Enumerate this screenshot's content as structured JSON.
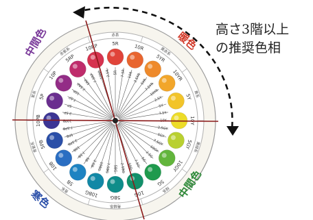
{
  "annotation": {
    "line1": "高さ3階以上",
    "line2": "の推奨色相"
  },
  "group_labels": {
    "warm": "暖色",
    "neutral_left": "中間色",
    "cool": "寒色",
    "neutral_right": "中間色"
  },
  "band_labels": [
    "赤系",
    "黄赤系",
    "黄系",
    "黄緑系",
    "緑系",
    "青緑系",
    "青系",
    "青紫系",
    "紫系",
    "赤紫系"
  ],
  "hues": [
    {
      "label": "5R",
      "color": "#e0443a"
    },
    {
      "label": "10R",
      "color": "#e8652f"
    },
    {
      "label": "5YR",
      "color": "#ee8a2c"
    },
    {
      "label": "10YR",
      "color": "#f2a62b"
    },
    {
      "label": "5Y",
      "color": "#f2c42a"
    },
    {
      "label": "10Y",
      "color": "#eddc28"
    },
    {
      "label": "5GY",
      "color": "#b9d030"
    },
    {
      "label": "10GY",
      "color": "#62b53c"
    },
    {
      "label": "5G",
      "color": "#1f9a4d"
    },
    {
      "label": "10G",
      "color": "#12906a"
    },
    {
      "label": "5BG",
      "color": "#0f8d8a"
    },
    {
      "label": "10BG",
      "color": "#1288a6"
    },
    {
      "label": "5B",
      "color": "#1e83c2"
    },
    {
      "label": "10B",
      "color": "#2a6ec2"
    },
    {
      "label": "5PB",
      "color": "#2b4fa8"
    },
    {
      "label": "10PB",
      "color": "#3c3595"
    },
    {
      "label": "5P",
      "color": "#6a2e8f"
    },
    {
      "label": "10P",
      "color": "#932c86"
    },
    {
      "label": "5RP",
      "color": "#bf2c6b"
    },
    {
      "label": "10RP",
      "color": "#d6334f"
    }
  ],
  "inner_labels": [
    "5R",
    "7.5R",
    "10R",
    "2.5YR",
    "5YR",
    "7.5YR",
    "10YR",
    "2.5Y",
    "5Y",
    "7.5Y",
    "10Y",
    "2.5GY",
    "5GY",
    "7.5GY",
    "10GY",
    "2.5G",
    "5G",
    "7.5G",
    "10G",
    "2.5BG",
    "5BG",
    "7.5BG",
    "10BG",
    "2.5B",
    "5B",
    "7.5B",
    "10B",
    "2.5PB",
    "5PB",
    "7.5PB",
    "10PB",
    "2.5P",
    "5P",
    "7.5P",
    "10P",
    "2.5RP",
    "5RP",
    "7.5RP",
    "10RP",
    "2.5R"
  ],
  "colors": {
    "group_warm": "#d23a2a",
    "group_neutral_left": "#7a3a9a",
    "group_cool": "#2a4ea8",
    "group_neutral_right": "#2f8a3a",
    "axis_line": "#8b1a1a",
    "arrow": "#111111"
  }
}
